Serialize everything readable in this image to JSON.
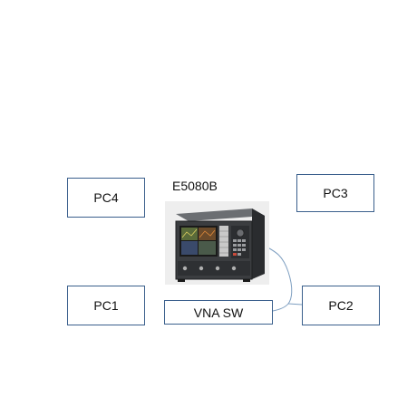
{
  "device": {
    "label": "E5080B",
    "icon": "network-analyzer-icon"
  },
  "nodes": {
    "pc1": "PC1",
    "pc2": "PC2",
    "pc3": "PC3",
    "pc4": "PC4",
    "switch": "VNA SW"
  },
  "colors": {
    "box_border": "#3a5f8c",
    "wire": "#7d9ec0",
    "instrument_body": "#3b3d40",
    "instrument_frame": "#1e1f21"
  }
}
